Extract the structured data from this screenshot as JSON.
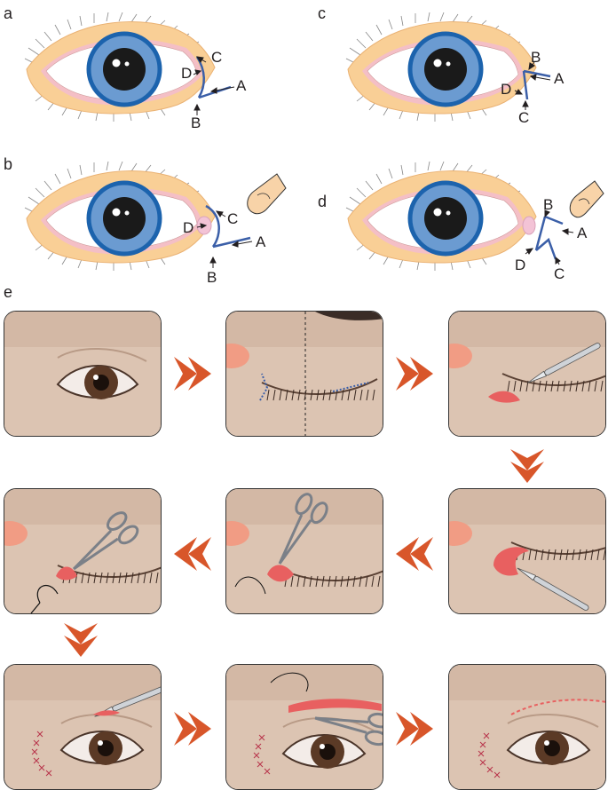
{
  "panels": {
    "a": {
      "letter": "a",
      "labels": {
        "A": "A",
        "B": "B",
        "C": "C",
        "D": "D"
      }
    },
    "b": {
      "letter": "b",
      "labels": {
        "A": "A",
        "B": "B",
        "C": "C",
        "D": "D"
      }
    },
    "c": {
      "letter": "c",
      "labels": {
        "A": "A",
        "B": "B",
        "C": "C",
        "D": "D"
      }
    },
    "d": {
      "letter": "d",
      "labels": {
        "A": "A",
        "B": "B",
        "C": "C",
        "D": "D"
      }
    },
    "e": {
      "letter": "e"
    }
  },
  "colors": {
    "skin": "#f9cf96",
    "iris": "#6b9bd1",
    "iris_ring": "#1c63ad",
    "pupil": "#1a1a1a",
    "incision": "#3b5fa8",
    "caruncle": "#f3c3d6",
    "arrow": "#d8562a",
    "wound": "#e86060"
  },
  "steps": [
    {
      "id": "step-1",
      "icon": "eye-photo-icon"
    },
    {
      "id": "step-2",
      "icon": "marking-photo-icon"
    },
    {
      "id": "step-3",
      "icon": "scalpel-incision-icon"
    },
    {
      "id": "step-4",
      "icon": "flap-incision-icon"
    },
    {
      "id": "step-5",
      "icon": "forceps-dissection-icon"
    },
    {
      "id": "step-6",
      "icon": "suturing-icon"
    },
    {
      "id": "step-7",
      "icon": "upper-lid-incision-icon"
    },
    {
      "id": "step-8",
      "icon": "upper-lid-suture-icon"
    },
    {
      "id": "step-9",
      "icon": "final-result-icon"
    }
  ]
}
